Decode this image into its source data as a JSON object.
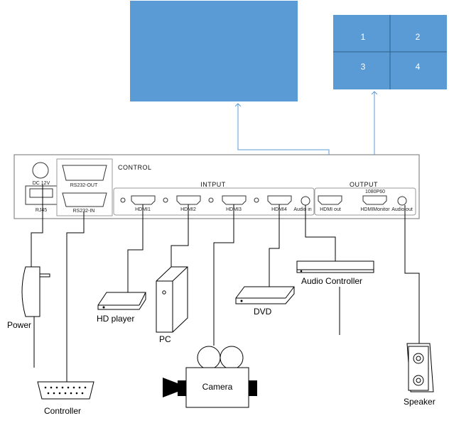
{
  "screens": {
    "left_screen_color": "#5b9bd5",
    "right_screen_color": "#5b9bd5",
    "quadrants": [
      "1",
      "2",
      "3",
      "4"
    ]
  },
  "device": {
    "control_label": "CONTROL",
    "input_label": "INTPUT",
    "output_label": "OUTPUT",
    "resolution_label": "1080P60",
    "ports": {
      "dc": "DC 12V",
      "rj45": "RJ45",
      "rs232_out": "RS232-OUT",
      "rs232_in": "RS232-IN",
      "hdmi1": "HDMI1",
      "hdmi2": "HDMI2",
      "hdmi3": "HDMI3",
      "hdmi4": "HDMI4",
      "audio_in": "Audio in",
      "hdmi_out": "HDMI out",
      "hdmi_monitor": "HDMIMonitor",
      "audio_out": "Audio out"
    }
  },
  "devices": {
    "power": "Power",
    "controller": "Controller",
    "hd_player": "HD player",
    "pc": "PC",
    "camera": "Camera",
    "dvd": "DVD",
    "audio_controller": "Audio Controller",
    "speaker": "Speaker"
  },
  "colors": {
    "arrow": "#5b9bd5",
    "line": "#000000"
  }
}
